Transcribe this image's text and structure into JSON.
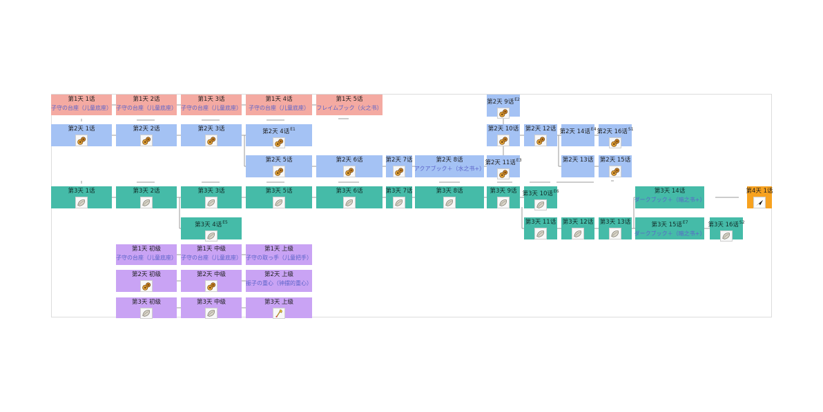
{
  "nodes": [
    {
      "id": "d1-1",
      "color": "pink",
      "title": "第1天 1话",
      "sub": "子守の台座（儿童底座）"
    },
    {
      "id": "d1-2",
      "color": "pink",
      "title": "第1天 2话",
      "sub": "子守の台座（儿童底座）"
    },
    {
      "id": "d1-3",
      "color": "pink",
      "title": "第1天 3话",
      "sub": "子守の台座（儿童底座）"
    },
    {
      "id": "d1-4",
      "color": "pink",
      "title": "第1天 4话",
      "sub": "子守の台座（儿童底座）"
    },
    {
      "id": "d1-5",
      "color": "pink",
      "title": "第1天 5话",
      "sub": "フレイムブック（火之书）"
    },
    {
      "id": "d2-1",
      "color": "blue",
      "title": "第2天 1话",
      "icon": "gear-coin-icon"
    },
    {
      "id": "d2-2",
      "color": "blue",
      "title": "第2天 2话",
      "icon": "gear-coin-icon"
    },
    {
      "id": "d2-3",
      "color": "blue",
      "title": "第2天 3话",
      "icon": "gear-coin-icon"
    },
    {
      "id": "d2-4",
      "color": "blue",
      "title": "第2天 4话",
      "sup": "E1",
      "icon": "gear-coin-icon"
    },
    {
      "id": "d2-5",
      "color": "blue",
      "title": "第2天 5话",
      "icon": "gear-coin-icon"
    },
    {
      "id": "d2-6",
      "color": "blue",
      "title": "第2天 6话",
      "icon": "gear-coin-icon"
    },
    {
      "id": "d2-7",
      "color": "blue",
      "title": "第2天 7话",
      "icon": "gear-coin-icon"
    },
    {
      "id": "d2-8",
      "color": "blue",
      "title": "第2天 8话",
      "sub": "アクアブック＋（水之书+）"
    },
    {
      "id": "d2-9",
      "color": "blue",
      "title": "第2天 9话",
      "sup": "E2",
      "icon": "gear-coin-icon"
    },
    {
      "id": "d2-10",
      "color": "blue",
      "title": "第2天 10话",
      "icon": "gear-coin-icon"
    },
    {
      "id": "d2-11",
      "color": "blue",
      "title": "第2天 11话",
      "sup": "E3",
      "icon": "gear-coin-icon"
    },
    {
      "id": "d2-12",
      "color": "blue",
      "title": "第2天 12话",
      "icon": "gear-coin-icon"
    },
    {
      "id": "d2-13",
      "color": "blue",
      "title": "第2天 13话"
    },
    {
      "id": "d2-14",
      "color": "blue",
      "title": "第2天 14话",
      "sup": "E4"
    },
    {
      "id": "d2-15",
      "color": "blue",
      "title": "第2天 15话",
      "icon": "gear-coin-icon"
    },
    {
      "id": "d2-16",
      "color": "blue",
      "title": "第2天 16话",
      "sup": "S1",
      "icon": "gear-coin-icon"
    },
    {
      "id": "d3-1",
      "color": "teal",
      "title": "第3天 1话",
      "icon": "shell-icon"
    },
    {
      "id": "d3-2",
      "color": "teal",
      "title": "第3天 2话",
      "icon": "shell-icon"
    },
    {
      "id": "d3-3",
      "color": "teal",
      "title": "第3天 3话",
      "icon": "shell-icon"
    },
    {
      "id": "d3-4",
      "color": "teal",
      "title": "第3天 4话",
      "sup": "E5",
      "icon": "shell-icon"
    },
    {
      "id": "d3-5",
      "color": "teal",
      "title": "第3天 5话",
      "icon": "shell-icon"
    },
    {
      "id": "d3-6",
      "color": "teal",
      "title": "第3天 6话",
      "icon": "shell-icon"
    },
    {
      "id": "d3-7",
      "color": "teal",
      "title": "第3天 7话",
      "icon": "shell-icon"
    },
    {
      "id": "d3-8",
      "color": "teal",
      "title": "第3天 8话",
      "icon": "shell-icon"
    },
    {
      "id": "d3-9",
      "color": "teal",
      "title": "第3天 9话",
      "icon": "shell-icon"
    },
    {
      "id": "d3-10",
      "color": "teal",
      "title": "第3天 10话",
      "sup": "E6",
      "icon": "shell-icon"
    },
    {
      "id": "d3-11",
      "color": "teal",
      "title": "第3天 11话",
      "icon": "shell-icon"
    },
    {
      "id": "d3-12",
      "color": "teal",
      "title": "第3天 12话",
      "icon": "shell-icon"
    },
    {
      "id": "d3-13",
      "color": "teal",
      "title": "第3天 13话",
      "icon": "shell-icon"
    },
    {
      "id": "d3-14",
      "color": "teal",
      "title": "第3天 14话",
      "sub": "ダークブック＋（暗之书+）"
    },
    {
      "id": "d3-15",
      "color": "teal",
      "title": "第3天 15话",
      "sup": "E7",
      "sub": "ダークブック＋（暗之书+）"
    },
    {
      "id": "d3-16",
      "color": "teal",
      "title": "第3天 16话",
      "sup": "S2",
      "icon": "shell-icon"
    },
    {
      "id": "d4-1",
      "color": "orange",
      "title": "第4天 1话",
      "icon": "arrow-icon"
    },
    {
      "id": "c1-easy",
      "color": "purple",
      "title": "第1天 初级",
      "sub": "子守の台座（儿童底座）"
    },
    {
      "id": "c1-mid",
      "color": "purple",
      "title": "第1天 中级",
      "sub": "子守の台座（儿童底座）"
    },
    {
      "id": "c1-hard",
      "color": "purple",
      "title": "第1天 上级",
      "sub": "子守の取っ手（儿童把手）"
    },
    {
      "id": "c2-easy",
      "color": "purple",
      "title": "第2天 初级",
      "icon": "gear-coin-icon"
    },
    {
      "id": "c2-mid",
      "color": "purple",
      "title": "第2天 中级",
      "icon": "gear-coin-icon"
    },
    {
      "id": "c2-hard",
      "color": "purple",
      "title": "第2天 上级",
      "sub": "振子の重心（钟摆的重心）"
    },
    {
      "id": "c3-easy",
      "color": "purple",
      "title": "第3天 初级",
      "icon": "shell-icon"
    },
    {
      "id": "c3-mid",
      "color": "purple",
      "title": "第3天 中级",
      "icon": "shell-icon"
    },
    {
      "id": "c3-hard",
      "color": "purple",
      "title": "第3天 上级",
      "icon": "quill-icon"
    }
  ]
}
